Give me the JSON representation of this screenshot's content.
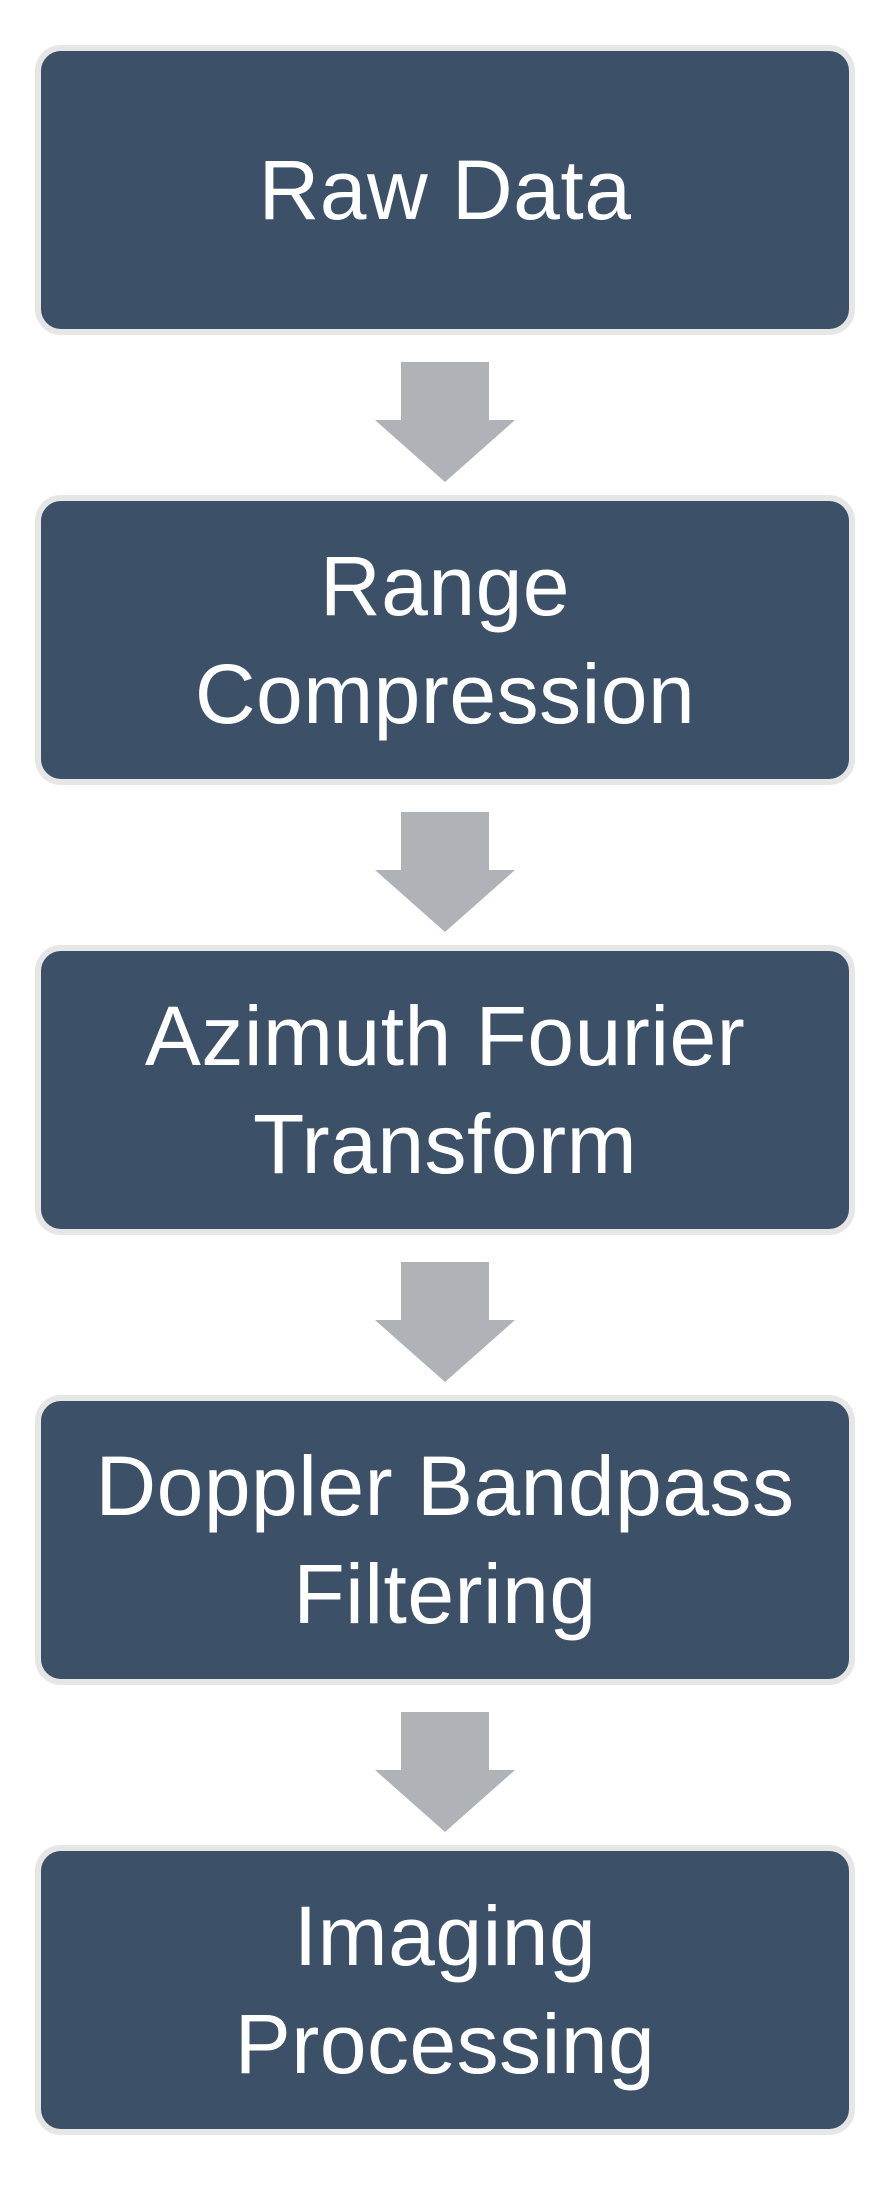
{
  "diagram": {
    "type": "vertical-flowchart",
    "colors": {
      "box_fill": "#3c5068",
      "box_border": "#e6e6e6",
      "text": "#ffffff",
      "arrow": "#afb3b8",
      "background": "#ffffff"
    },
    "steps": [
      {
        "label": "Raw Data"
      },
      {
        "label": "Range\nCompression"
      },
      {
        "label": "Azimuth Fourier\nTransform"
      },
      {
        "label": "Doppler Bandpass\nFiltering"
      },
      {
        "label": "Imaging\nProcessing"
      }
    ],
    "connectors": [
      {
        "from": 0,
        "to": 1,
        "icon": "down-arrow-icon"
      },
      {
        "from": 1,
        "to": 2,
        "icon": "down-arrow-icon"
      },
      {
        "from": 2,
        "to": 3,
        "icon": "down-arrow-icon"
      },
      {
        "from": 3,
        "to": 4,
        "icon": "down-arrow-icon"
      }
    ]
  }
}
